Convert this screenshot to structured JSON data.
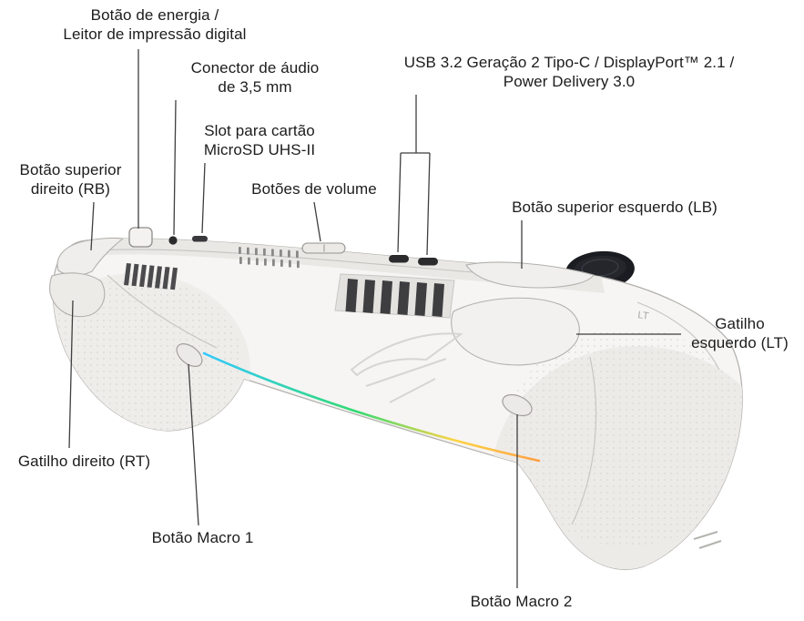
{
  "colors": {
    "background": "#ffffff",
    "label_text": "#1c1c1c",
    "leader_line": "#3f3f3f",
    "device_body": "#f6f5f3",
    "vent_slats": "#3e3e40",
    "joystick_black": "#1a1c21",
    "rgb_gradient": [
      "#28c7ff",
      "#27d96b",
      "#ffd23c",
      "#ff9b3c"
    ]
  },
  "labels": {
    "power": {
      "line1": "Botão de energia /",
      "line2": "Leitor de impressão digital"
    },
    "audio": {
      "line1": "Conector de áudio",
      "line2": "de 3,5 mm"
    },
    "microsd": {
      "line1": "Slot para cartão",
      "line2": "MicroSD UHS-II"
    },
    "usb": {
      "line1": "USB 3.2 Geração 2 Tipo-C / DisplayPort™ 2.1 /",
      "line2": "Power Delivery 3.0"
    },
    "volume": {
      "text": "Botões de volume"
    },
    "lb": {
      "text": "Botão superior esquerdo (LB)"
    },
    "rb": {
      "line1": "Botão superior",
      "line2": "direito (RB)"
    },
    "lt": {
      "line1": "Gatilho",
      "line2": "esquerdo (LT)"
    },
    "rt": {
      "text": "Gatilho direito (RT)"
    },
    "macro1": {
      "text": "Botão Macro 1"
    },
    "macro2": {
      "text": "Botão Macro 2"
    }
  },
  "markings": {
    "lt": "LT"
  }
}
